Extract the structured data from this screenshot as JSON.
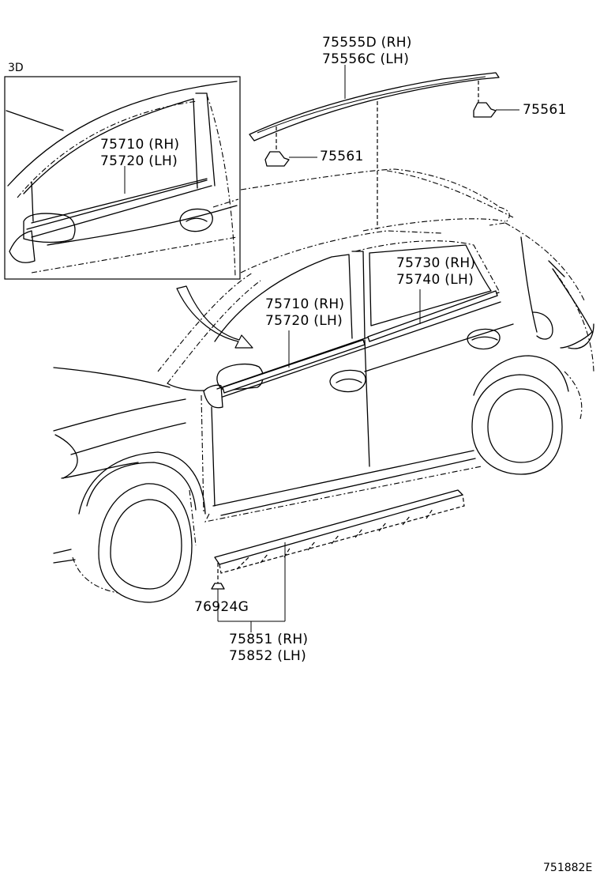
{
  "inset": {
    "label": "3D"
  },
  "callouts": {
    "roof_molding": {
      "rh": "75555D (RH)",
      "lh": "75556C (LH)"
    },
    "clip_a": "75561",
    "clip_b": "75561",
    "inset_front_door": {
      "rh": "75710 (RH)",
      "lh": "75720 (LH)"
    },
    "front_door": {
      "rh": "75710 (RH)",
      "lh": "75720 (LH)"
    },
    "rear_door": {
      "rh": "75730 (RH)",
      "lh": "75740 (LH)"
    },
    "rocker_clip": "76924G",
    "rocker_molding": {
      "rh": "75851 (RH)",
      "lh": "75852 (LH)"
    }
  },
  "figure_code": "751882E"
}
